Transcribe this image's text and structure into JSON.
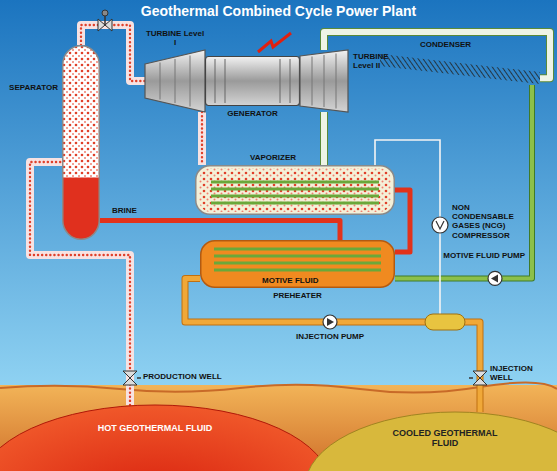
{
  "diagram": {
    "title": "Geothermal Combined Cycle Power Plant",
    "nodes": [
      {
        "text": [
          "SEPARATOR"
        ]
      },
      {
        "text": [
          "TURBINE Level I"
        ]
      },
      {
        "text": [
          "GENERATOR"
        ]
      },
      {
        "text": [
          "TURBINE Level II"
        ]
      },
      {
        "text": [
          "CONDENSER"
        ]
      },
      {
        "text": [
          "VAPORIZER"
        ]
      },
      {
        "text": [
          "MOTIVE FLUID",
          "PREHEATER"
        ]
      },
      {
        "text": [
          "HOT GEOTHERMAL FLUID"
        ]
      },
      {
        "text": [
          "COOLED GEOTHERMAL FLUID"
        ]
      }
    ],
    "edges": [
      {
        "from": 7,
        "to": 0,
        "arrow": "none",
        "label": "PRODUCTION WELL"
      },
      {
        "from": 0,
        "to": 1,
        "arrow": "none"
      },
      {
        "from": 0,
        "to": 6,
        "arrow": "none",
        "label": "BRINE"
      },
      {
        "from": 1,
        "to": 5,
        "arrow": "none"
      },
      {
        "from": 5,
        "to": 3,
        "arrow": "none"
      },
      {
        "from": 3,
        "to": 4,
        "arrow": "none"
      },
      {
        "from": 4,
        "to": 6,
        "arrow": "none"
      },
      {
        "from": 5,
        "to": 6,
        "arrow": "none"
      },
      {
        "from": 6,
        "to": 8,
        "arrow": "none",
        "label": "INJECTION WELL"
      }
    ],
    "labels": [
      "NON CONDENSABLE GASES (NCG) COMPRESSOR",
      "MOTIVE FLUID PUMP",
      "INJECTION PUMP"
    ]
  }
}
